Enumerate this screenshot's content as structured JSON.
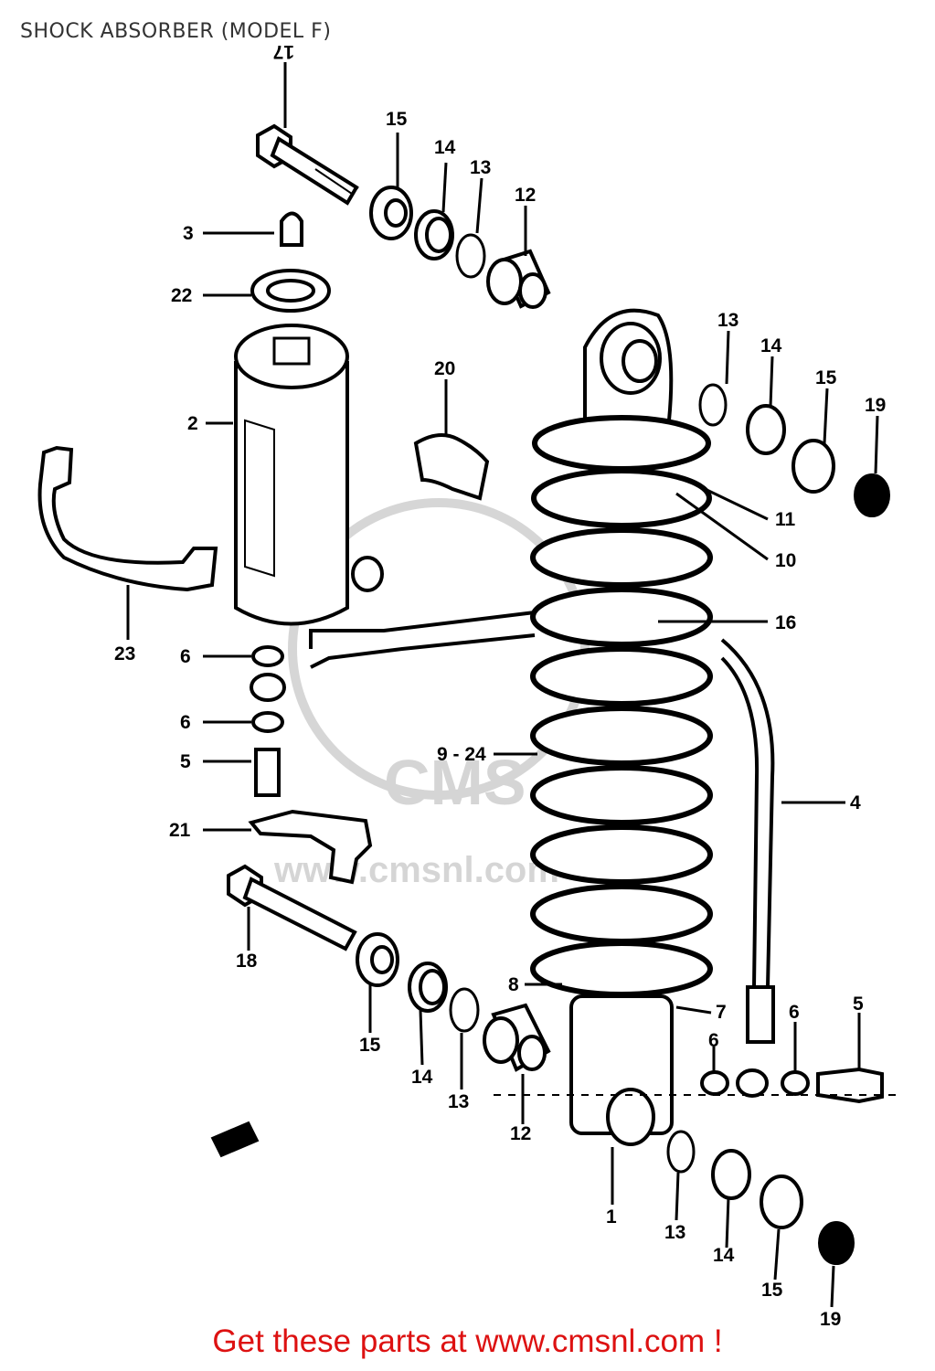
{
  "page": {
    "title": "SHOCK ABSORBER (MODEL F)"
  },
  "watermark": {
    "text": "www.cmsnl.com",
    "logo_text": "CMS"
  },
  "callouts": {
    "c17": "17",
    "c15a": "15",
    "c14a": "14",
    "c13a": "13",
    "c12a": "12",
    "c3": "3",
    "c22": "22",
    "c20": "20",
    "c2": "2",
    "c13b": "13",
    "c14b": "14",
    "c15b": "15",
    "c19a": "19",
    "c11": "11",
    "c10": "10",
    "c16": "16",
    "c23": "23",
    "c6a": "6",
    "c6b": "6",
    "c5a": "5",
    "c924": "9 - 24",
    "c4": "4",
    "c21": "21",
    "c18": "18",
    "c8a": "8",
    "c7": "7",
    "c6c": "6",
    "c6d": "6",
    "c5b": "5",
    "c15c": "15",
    "c14c": "14",
    "c13c": "13",
    "c12b": "12",
    "c1": "1",
    "c13d": "13",
    "c14d": "14",
    "c15d": "15",
    "c19b": "19"
  },
  "footer": {
    "link_text": "Get these parts at www.cmsnl.com !"
  }
}
